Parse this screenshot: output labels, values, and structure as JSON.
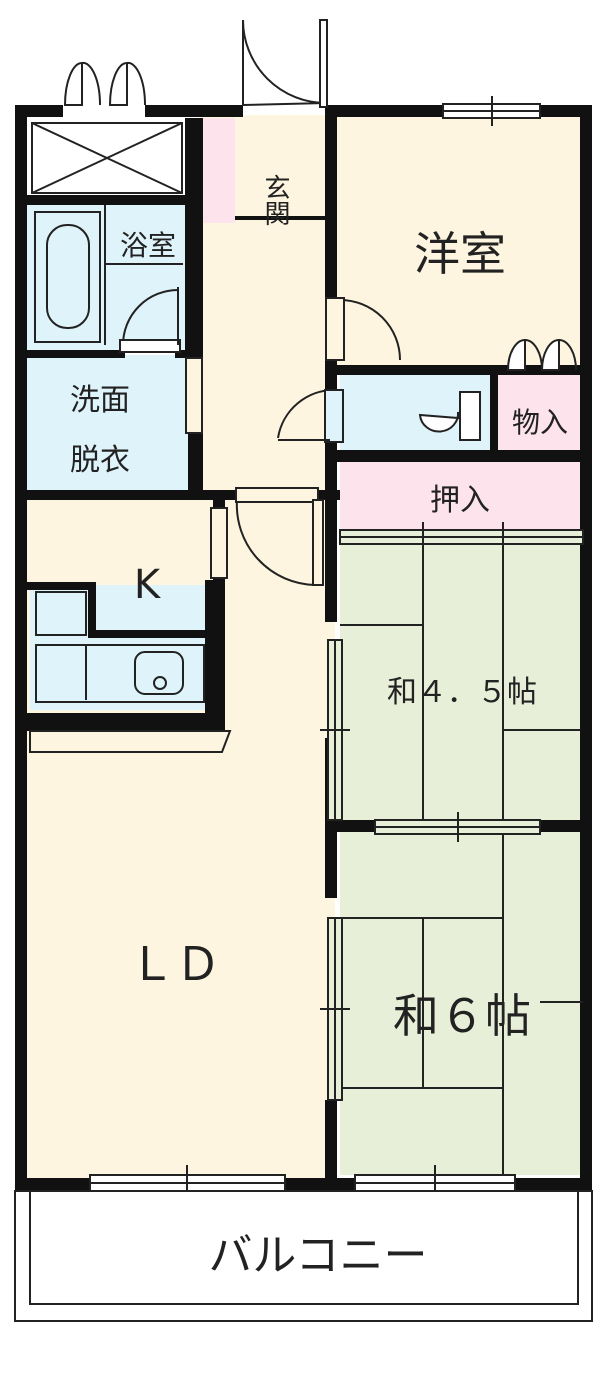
{
  "rooms": {
    "genkan": "玄関",
    "western": "洋室",
    "bath": "浴室",
    "wash_line1": "洗面",
    "wash_line2": "脱衣",
    "storage": "物入",
    "closet": "押入",
    "kitchen": "K",
    "tatami_small": "和４．５帖",
    "tatami_large": "和６帖",
    "living_dining": "ＬＤ",
    "balcony": "バルコニー"
  },
  "colors": {
    "wall": "#111111",
    "floor_wood": "#fdf5e0",
    "floor_water": "#dff3fb",
    "floor_tatami": "#e8efd8",
    "floor_storage": "#fde3ec"
  }
}
